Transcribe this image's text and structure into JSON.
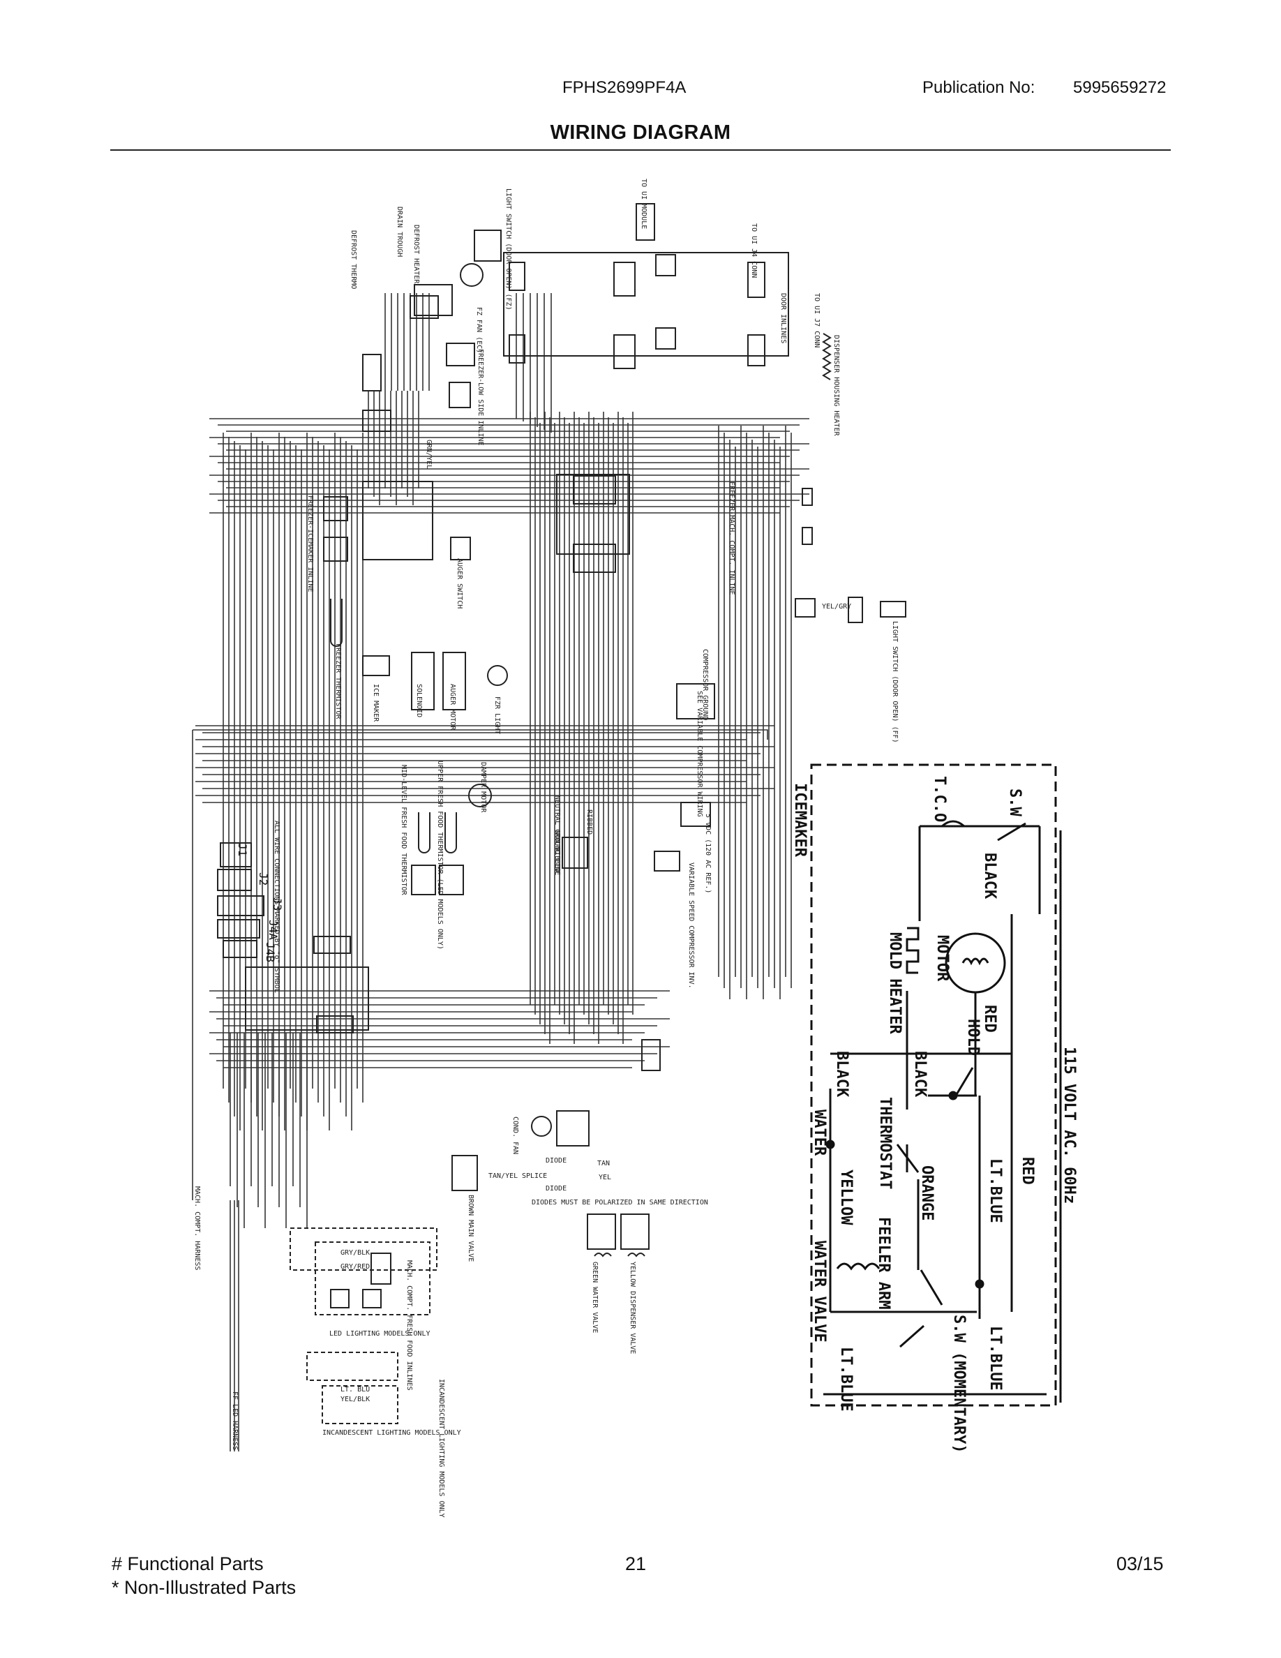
{
  "header": {
    "model": "FPHS2699PF4A",
    "publication_label": "Publication No:",
    "publication_number": "5995659272",
    "title": "WIRING DIAGRAM"
  },
  "footer": {
    "functional_parts": "# Functional Parts",
    "non_illustrated_parts": "* Non-Illustrated Parts",
    "page_number": "21",
    "date": "03/15"
  },
  "icemaker_schematic": {
    "heading": "ICEMAKER",
    "supply": "115 VOLT AC. 60Hz",
    "labels": {
      "sw": "S.W",
      "tco": "T.C.O",
      "black_top": "BLACK",
      "mold_heater": "MOLD HEATER",
      "motor": "MOTOR",
      "red_left": "RED",
      "hold": "HOLD",
      "black_mid": "BLACK",
      "black_left": "BLACK",
      "red_right": "RED",
      "lt_blue_right": "LT.BLUE",
      "thermostat": "THERMOSTAT",
      "orange": "ORANGE",
      "water": "WATER",
      "yellow": "YELLOW",
      "feeler_arm": "FEELER ARM",
      "sw_momentary": "S.W (MOMENTARY)",
      "lt_blue_bottom_right": "LT.BLUE",
      "water_valve": "WATER VALVE",
      "lt_blue_bottom": "LT.BLUE"
    }
  },
  "wiring_labels": {
    "to_ui_module": "TO UI MODULE",
    "to_ui_j4": "TO UI J4 CONN",
    "to_ui_j7": "TO UI J7 CONN",
    "door_inlines": "DOOR INLINES",
    "dispenser_heater": "DISPENSER HOUSING HEATER",
    "light_switch_fz": "LIGHT SWITCH (DOOR OPEN) (FZ)",
    "drain_trough": "DRAIN TROUGH",
    "defrost_heater": "DEFROST HEATER",
    "defrost_thermo": "DEFROST THERMO",
    "fz_fan": "FZ FAN (EC)",
    "freezer_low_side": "FREEZER-LOW SIDE INLINE",
    "freezer_mach": "FREEZER-MACH. COMPT. INLINE",
    "freezer_icemaker": "FREEZER-ICEMAKER INLINE",
    "auger_switch": "AUGER SWITCH",
    "freezer_thermistor": "FREEZER THERMISTOR",
    "ice_maker": "ICE MAKER",
    "solenoid": "SOLENOID",
    "auger_motor": "AUGER MOTOR",
    "fzr_light": "FZR LIGHT",
    "light_switch_ff": "LIGHT SWITCH (DOOR OPEN) (FF)",
    "compressor_ground": "COMPRESSOR GROUND",
    "compressor_wiring": "SEE VARIABLE COMPRESSOR WIRING",
    "damper_motor": "DAMPER MOTOR",
    "ff_thermistor": "UPPER FRESH FOOD THERMISTOR (LED MODELS ONLY)",
    "mid_thermistor": "MID-LEVEL FRESH FOOD THERMISTOR",
    "neutral_ground": "NEUTRAL GROUND LINE",
    "non_ribbed": "NON-RIBBED",
    "ribbed": "RIBBED",
    "compressor_inv": "VARIABLE SPEED COMPRESSOR INV.",
    "voltage_note": "5 VDC (120 AC REF.)",
    "j1": "J1",
    "j2": "J2",
    "j3": "J3",
    "j4a": "J4A",
    "j4b": "J4B",
    "connections_note": "ALL WIRE CONNECTIONS MARKED BY \"o\" SYMBOL",
    "cond_fan": "COND. FAN",
    "diode_top": "DIODE",
    "diode_bottom": "DIODE",
    "splice": "SPLICE",
    "tan": "TAN",
    "tan_yel": "TAN/YEL",
    "yel": "YEL",
    "brown_main_valve": "BROWN MAIN VALVE",
    "diodes_note": "DIODES MUST BE POLARIZED IN SAME DIRECTION",
    "green_water_valve": "GREEN WATER VALVE",
    "yellow_dispenser_valve": "YELLOW DISPENSER VALVE",
    "mach_compt_harness": "MACH. COMPT. HARNESS",
    "mach_compt_ff_inlines": "MACH. COMPT. FRESH FOOD INLINES",
    "led_models_only": "LED LIGHTING MODELS ONLY",
    "ff_led_harness": "FF LED HARNESS",
    "incand_models_only": "INCANDESCENT LIGHTING MODELS ONLY",
    "incand_lighting": "INCANDESCENT LIGHTING MODELS ONLY",
    "gry_blk": "GRY/BLK",
    "gry_red": "GRY/RED",
    "lt_blu": "LT. BLU",
    "yel_blk": "YEL/BLK",
    "yel_gry": "YEL/GRY",
    "grn_yel": "GRN/YEL"
  }
}
